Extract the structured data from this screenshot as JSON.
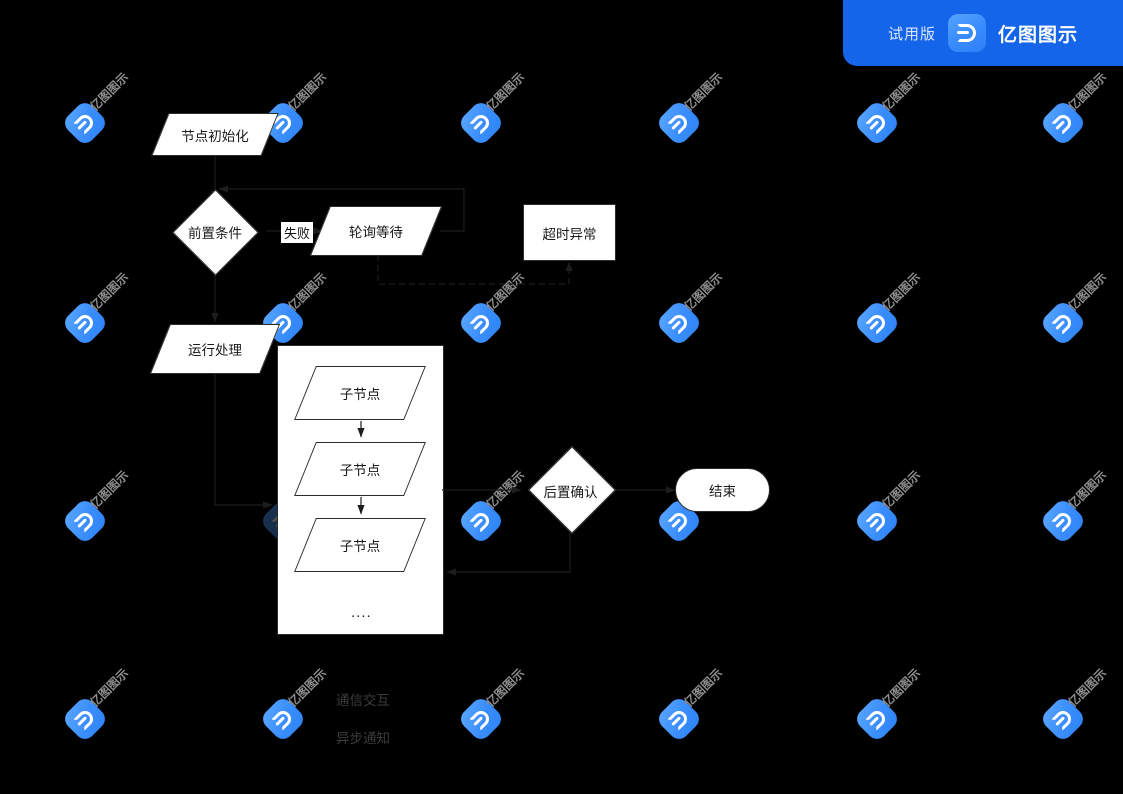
{
  "badge": {
    "trial_label": "试用版",
    "brand_name": "亿图图示",
    "logo_icon": "edraw-logo-icon",
    "accent_color": "#1565ea"
  },
  "watermark": {
    "text": "亿图图示",
    "icon": "edraw-logo-icon",
    "color": "#8d8d8d"
  },
  "diagram": {
    "background_color": "#000000",
    "shape_fill": "#ffffff",
    "shape_stroke": "#2b2b2b",
    "nodes": [
      {
        "id": "init",
        "label": "节点初始化",
        "shape": "parallelogram"
      },
      {
        "id": "precond",
        "label": "前置条件",
        "shape": "diamond"
      },
      {
        "id": "poll",
        "label": "轮询等待",
        "shape": "parallelogram"
      },
      {
        "id": "timeout",
        "label": "超时异常",
        "shape": "rectangle"
      },
      {
        "id": "run",
        "label": "运行处理",
        "shape": "parallelogram"
      },
      {
        "id": "child1",
        "label": "子节点",
        "shape": "parallelogram"
      },
      {
        "id": "child2",
        "label": "子节点",
        "shape": "parallelogram"
      },
      {
        "id": "child3",
        "label": "子节点",
        "shape": "parallelogram"
      },
      {
        "id": "postcheck",
        "label": "后置确认",
        "shape": "diamond"
      },
      {
        "id": "end",
        "label": "结束",
        "shape": "stadium"
      }
    ],
    "edge_labels": [
      {
        "id": "fail",
        "label": "失败"
      }
    ],
    "ellipsis": "....",
    "notes": [
      {
        "id": "note-comm",
        "line1": "通信交互",
        "line2": "异步通知"
      }
    ]
  }
}
